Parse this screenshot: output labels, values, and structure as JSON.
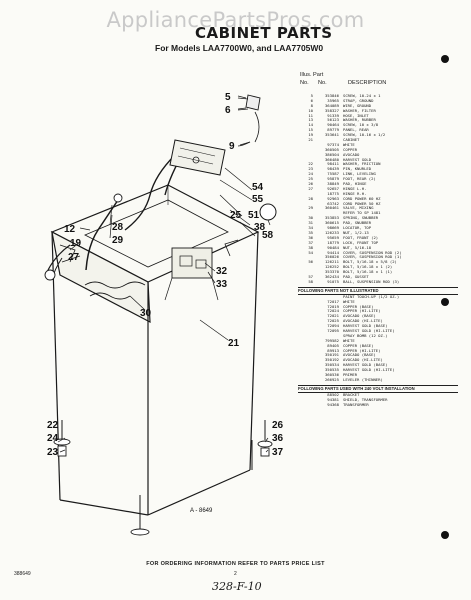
{
  "watermark": "AppliancePartsPros.com",
  "title": "CABINET PARTS",
  "subtitle": "For Models LAA7700W0, and LAA7705W0",
  "table_header": {
    "illus_part": "Illus.  Part",
    "no_left": "No.",
    "no_right": "No.",
    "description": "DESCRIPTION"
  },
  "parts": [
    [
      "5",
      "353846",
      "SCREW, 10-24 x 1"
    ],
    [
      "6",
      "35965",
      "STRAP, GROUND"
    ],
    [
      "8",
      "364089",
      "WIRE, GROUND"
    ],
    [
      "10",
      "358327",
      "WASHER, FILTER"
    ],
    [
      "11",
      "91339",
      "HOSE, INLET"
    ],
    [
      "13",
      "56123",
      "WASHER, RUBBER"
    ],
    [
      "14",
      "90464",
      "SCREW, 10 x 3/8"
    ],
    [
      "15",
      "89779",
      "PANEL, REAR"
    ],
    [
      "19",
      "353641",
      "SCREW, 10-16 x 1/2"
    ],
    [
      "21",
      "",
      "CABINET"
    ],
    [
      "",
      "97374",
      "WHITE"
    ],
    [
      "",
      "360505",
      "COPPER"
    ],
    [
      "",
      "386504",
      "AVOCADO"
    ],
    [
      "",
      "366480",
      "HARVEST GOLD"
    ],
    [
      "22",
      "98411",
      "WASHER, FRICTION"
    ],
    [
      "23",
      "98439",
      "PIN, KNURLED"
    ],
    [
      "24",
      "75587",
      "LINK, LEVELING"
    ],
    [
      "25",
      "95879",
      "FOOT, REAR (2)"
    ],
    [
      "26",
      "38849",
      "PAD, HINGE"
    ],
    [
      "27",
      "92657",
      "HINGE L.H."
    ],
    [
      "",
      "18775",
      "HINGE R.H."
    ],
    [
      "28",
      "92963",
      "CORD POWER 60 HZ"
    ],
    [
      "",
      "63742",
      "CORD POWER 50 HZ"
    ],
    [
      "29",
      "360461",
      "VALVE, MIXING"
    ],
    [
      "",
      "",
      "REFER TO SP 1481"
    ],
    [
      "30",
      "353853",
      "SPRING, SNUBBER"
    ],
    [
      "31",
      "360615",
      "PAD, SNUBBER"
    ],
    [
      "34",
      "98669",
      "LOCATOR, TOP"
    ],
    [
      "35",
      "126233",
      "NUT, 1/2-13"
    ],
    [
      "36",
      "95659",
      "FOOT, FRONT (2)"
    ],
    [
      "37",
      "18779",
      "LOCK, FRONT TOP"
    ],
    [
      "38",
      "90484",
      "NUT, 5/16-18"
    ],
    [
      "54",
      "94414",
      "COVER, SUSPENSION ROD (2)"
    ],
    [
      "",
      "356026",
      "COVER, SUSPENSION ROD (1)"
    ],
    [
      "56",
      "126211",
      "BOLT, 5/16-18 x 5/8 (2)"
    ],
    [
      "",
      "126252",
      "BOLT, 5/16-18 x 1 (2)"
    ],
    [
      "",
      "353370",
      "BOLT, 5/16-18 x 1 (1)"
    ],
    [
      "57",
      "362434",
      "PAD, GUSSET"
    ],
    [
      "58",
      "91075",
      "BALL, SUSPENSION ROD (3)"
    ]
  ],
  "section_not_illustrated": "FOLLOWING PARTS NOT ILLUSTRATED",
  "not_illustrated": [
    [
      "",
      "",
      "PAINT TOUCH-UP (1/2 OZ.)"
    ],
    [
      "",
      "72017",
      "WHITE"
    ],
    [
      "",
      "72019",
      "COPPER (BASE)"
    ],
    [
      "",
      "72024",
      "COPPER (HI-LITE)"
    ],
    [
      "",
      "72021",
      "AVOCADO (BASE)"
    ],
    [
      "",
      "72025",
      "AVOCADO (HI-LITE)"
    ],
    [
      "",
      "72094",
      "HARVEST GOLD (BASE)"
    ],
    [
      "",
      "72095",
      "HARVEST GOLD (HI-LITE)"
    ],
    [
      "",
      "",
      "SPRAY BOMB (12 OZ.)"
    ],
    [
      "",
      "799582",
      "WHITE"
    ],
    [
      "",
      "89405",
      "COPPER (BASE)"
    ],
    [
      "",
      "89913",
      "COPPER (HI-LITE)"
    ],
    [
      "",
      "350191",
      "AVOCADO (BASE)"
    ],
    [
      "",
      "350192",
      "AVOCADO (HI-LITE)"
    ],
    [
      "",
      "350534",
      "HARVEST GOLD (BASE)"
    ],
    [
      "",
      "350535",
      "HARVEST GOLD (HI-LITE)"
    ],
    [
      "",
      "360536",
      "PRIMER"
    ],
    [
      "",
      "266925",
      "LEVELER (THINNER)"
    ]
  ],
  "section_used_with": "FOLLOWING PARTS USED WITH 240 VOLT INSTALLATION",
  "used_with": [
    [
      "",
      "88502",
      "BRACKET"
    ],
    [
      "",
      "94381",
      "SHIELD, TRANSFORMER"
    ],
    [
      "",
      "94368",
      "TRANSFORMER"
    ]
  ],
  "callouts": {
    "c5": "5",
    "c6": "6",
    "c9": "9",
    "c54": "54",
    "c55": "55",
    "c25": "25",
    "c51": "51",
    "c38": "38",
    "c12": "12",
    "c19": "19",
    "c27": "27",
    "c28": "28",
    "c29": "29",
    "c58": "58",
    "c32": "32",
    "c33": "33",
    "c30": "30",
    "c21": "21",
    "c22": "22",
    "c24": "24",
    "c23": "23",
    "c26": "26",
    "c36": "36",
    "c37": "37"
  },
  "figure_code": "A - 8649",
  "footer": "FOR ORDERING INFORMATION REFER TO PARTS PRICE LIST",
  "page_number": "2",
  "doc_code": "388649",
  "handwritten": "328-F-10"
}
